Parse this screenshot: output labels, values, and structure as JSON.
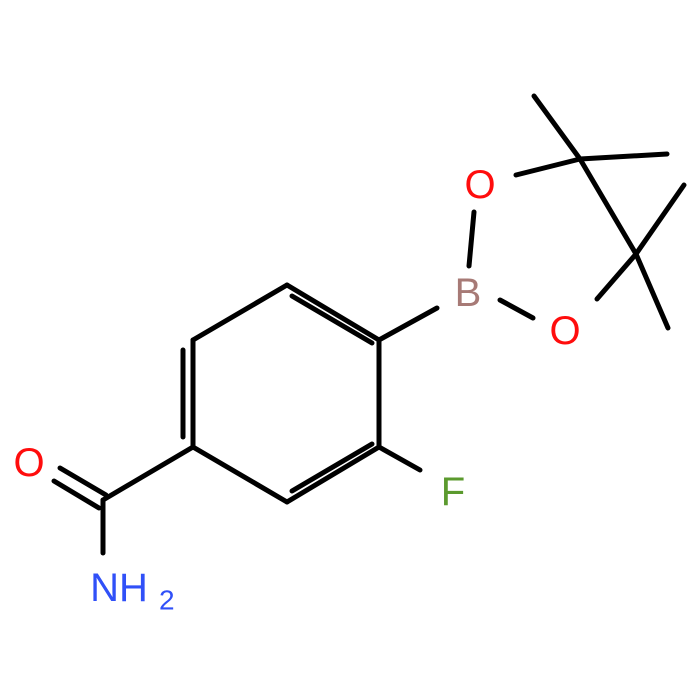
{
  "molecule": {
    "atoms": {
      "o_carbonyl": {
        "label": "O",
        "color": "#FF0D0D"
      },
      "n_amide": {
        "label": "NH",
        "sub": "2",
        "color": "#3050F8"
      },
      "fluorine": {
        "label": "F",
        "color": "#5B9A2E"
      },
      "boron": {
        "label": "B",
        "color": "#A77A76"
      },
      "o_upper": {
        "label": "O",
        "color": "#FF0D0D"
      },
      "o_lower": {
        "label": "O",
        "color": "#FF0D0D"
      }
    },
    "bond_color": "#000000"
  }
}
